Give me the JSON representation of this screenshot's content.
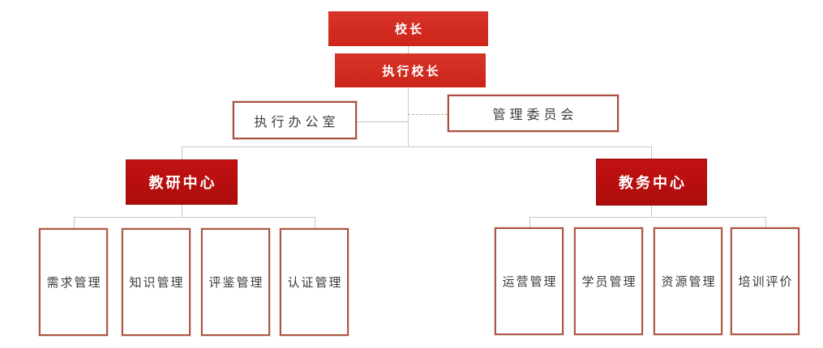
{
  "org": {
    "root": {
      "label": "校长"
    },
    "executive": {
      "label": "执行校长"
    },
    "office": {
      "label": "执行办公室"
    },
    "committee": {
      "label": "管理委员会"
    },
    "centers": [
      {
        "label": "教研中心",
        "children": [
          "需求管理",
          "知识管理",
          "评鉴管理",
          "认证管理"
        ]
      },
      {
        "label": "教务中心",
        "children": [
          "运营管理",
          "学员管理",
          "资源管理",
          "培训评价"
        ]
      }
    ]
  },
  "colors": {
    "top_box_red": "#d02a1e",
    "center_box_red": "#b90f0f",
    "outline_border": "#a8503e",
    "connector_gray": "#c9c6c2",
    "text_on_red": "#ffffff",
    "text_dark": "#3b3b3b"
  }
}
